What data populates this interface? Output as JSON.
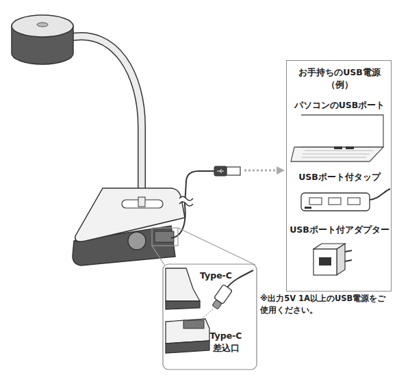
{
  "diagram": {
    "nodes": [
      {
        "text": [
          "お手持ちのUSB電源 （例）",
          "パソコンのUSBポート",
          "USBポート付タップ",
          "USBポート付アダプター"
        ]
      },
      {
        "text": [
          "Type-C",
          "Type-C 差込口"
        ]
      }
    ],
    "labels": [
      "※出力5V 1A以上のUSB電源をご使用ください。"
    ]
  }
}
